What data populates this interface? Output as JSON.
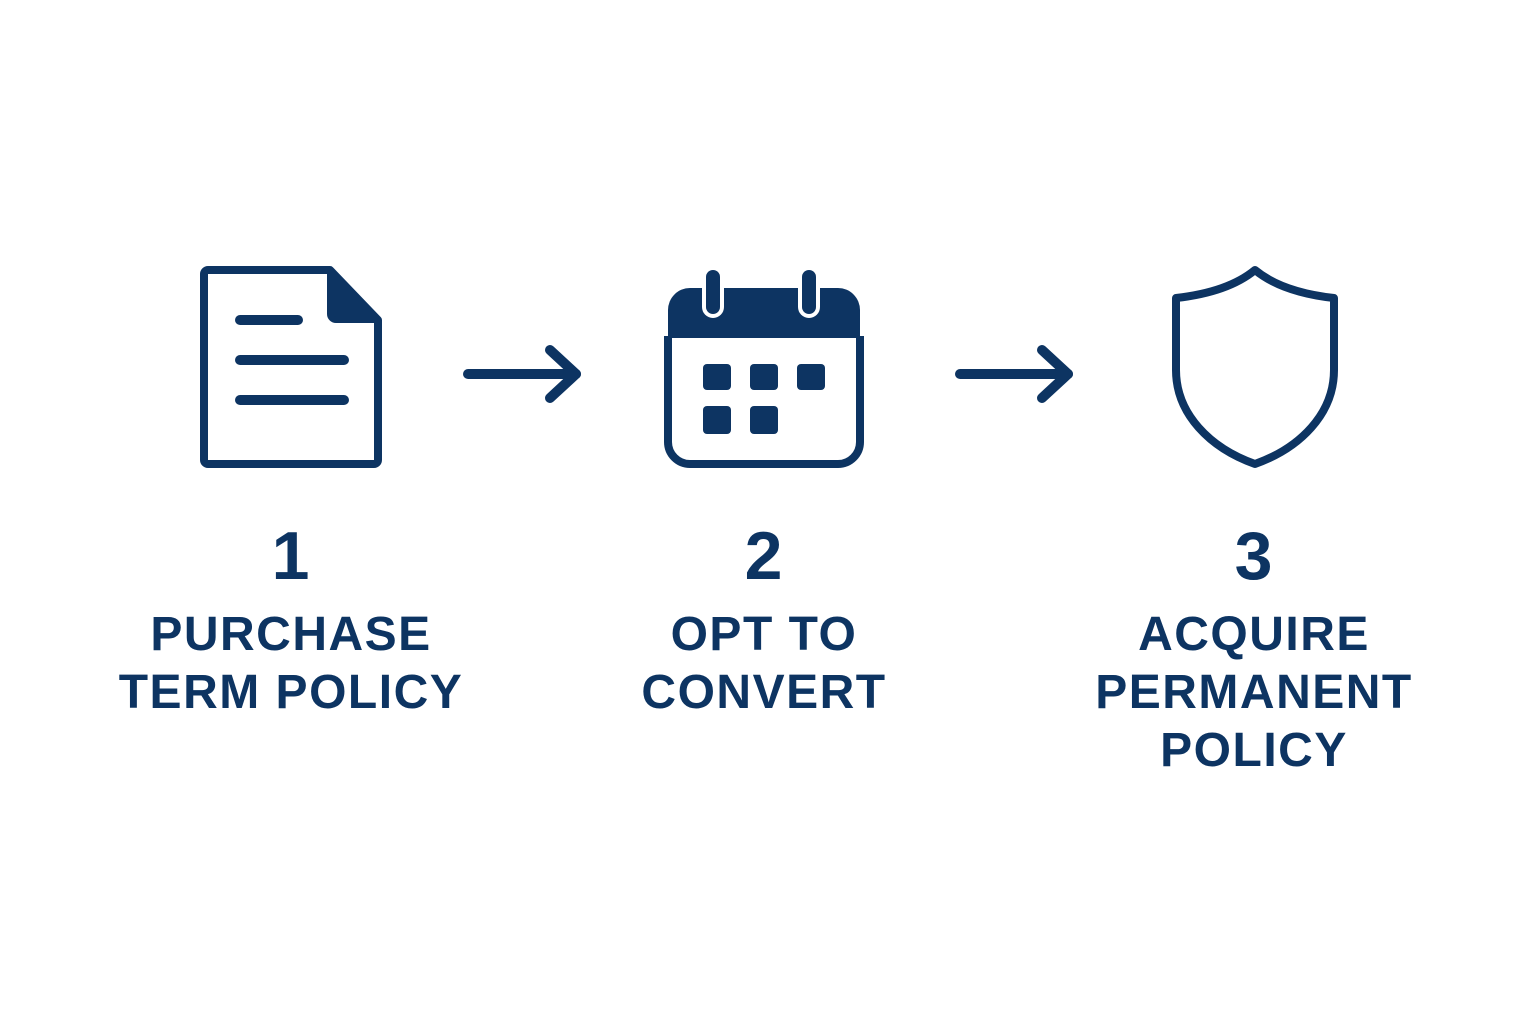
{
  "colors": {
    "background": "#ffffff",
    "primary": "#0d3462"
  },
  "steps": [
    {
      "icon": "document-icon",
      "number": "1",
      "label_lines": [
        "PURCHASE",
        "TERM POLICY"
      ]
    },
    {
      "icon": "calendar-icon",
      "number": "2",
      "label_lines": [
        "OPT TO",
        "CONVERT"
      ]
    },
    {
      "icon": "shield-icon",
      "number": "3",
      "label_lines": [
        "ACQUIRE",
        "PERMANENT",
        "POLICY"
      ]
    }
  ],
  "connectors": [
    {
      "icon": "arrow-right-icon",
      "from": "1",
      "to": "2"
    },
    {
      "icon": "arrow-right-icon",
      "from": "2",
      "to": "3"
    }
  ]
}
